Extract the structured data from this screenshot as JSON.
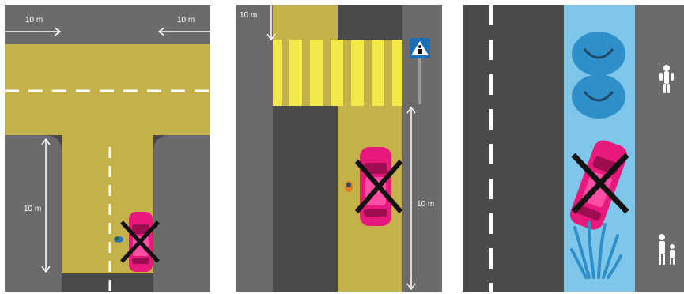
{
  "panels": [
    {
      "id": "t-junction",
      "labels": {
        "top_left": "10 m",
        "top_right": "10 m",
        "side": "10 m"
      }
    },
    {
      "id": "pedestrian-crossing",
      "labels": {
        "top": "10 m",
        "side": "10 m"
      },
      "sign": "pedestrian-crossing-sign-icon"
    },
    {
      "id": "bicycle-lane",
      "icons": [
        "bush-icon",
        "bush-icon",
        "tall-grass-icon",
        "pedestrian-symbol-icon",
        "pedestrian-adult-child-icon"
      ]
    }
  ],
  "colors": {
    "road": "#4a4a4c",
    "sidewalk": "#6b6b6d",
    "ochre": "#c5b14a",
    "crosswalk_yellow": "#f2e84b",
    "bike_lane": "#7ec6ea",
    "car": "#e8197d",
    "cross": "#111111",
    "sign_blue": "#1c6fb4",
    "bush": "#2f8fc9"
  }
}
